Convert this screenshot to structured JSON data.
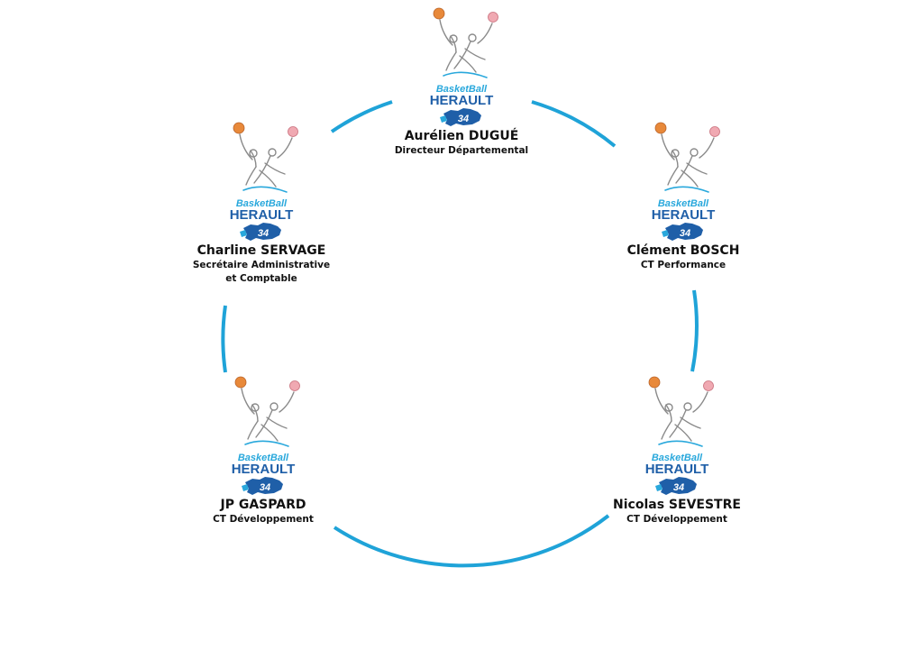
{
  "logo": {
    "line1": "BasketBall",
    "line2": "HERAULT",
    "badge": "34",
    "colors": {
      "light_blue": "#29a8dc",
      "dark_blue": "#1f5fa8",
      "orange": "#e8893a",
      "pink": "#e58a97",
      "grey": "#8a8a8a"
    }
  },
  "ring_color": "#1fa3d8",
  "members": [
    {
      "id": "dugue",
      "name": "Aurélien DUGUÉ",
      "role": [
        "Directeur Départemental"
      ]
    },
    {
      "id": "servage",
      "name": "Charline SERVAGE",
      "role": [
        "Secrétaire Administrative",
        "et Comptable"
      ]
    },
    {
      "id": "bosch",
      "name": "Clément BOSCH",
      "role": [
        "CT Performance"
      ]
    },
    {
      "id": "gaspard",
      "name": "JP GASPARD",
      "role": [
        "CT Développement"
      ]
    },
    {
      "id": "sevestre",
      "name": "Nicolas SEVESTRE",
      "role": [
        "CT Développement"
      ]
    }
  ]
}
